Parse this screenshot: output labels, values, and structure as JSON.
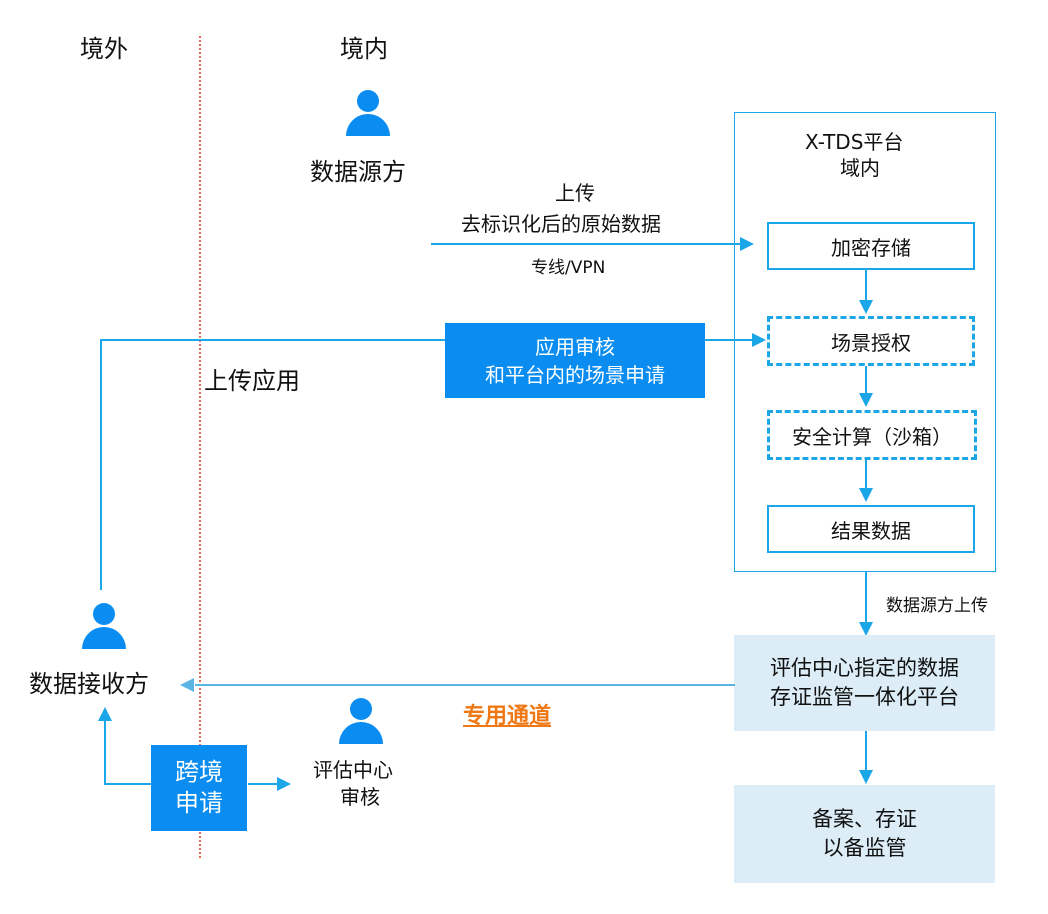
{
  "regions": {
    "outside": "境外",
    "inside": "境内"
  },
  "actors": {
    "data_source": "数据源方",
    "data_receiver": "数据接收方",
    "assessment_center": [
      "评估中心",
      "审核"
    ]
  },
  "upload_edge": {
    "top": [
      "上传",
      "去标识化后的原始数据"
    ],
    "bottom": "专线/VPN"
  },
  "platform": {
    "title": [
      "X-TDS平台",
      "域内"
    ],
    "steps": [
      {
        "label": "加密存储",
        "style": "solid"
      },
      {
        "label": "场景授权",
        "style": "dashed"
      },
      {
        "label": "安全计算（沙箱）",
        "style": "dashed"
      },
      {
        "label": "结果数据",
        "style": "solid"
      }
    ]
  },
  "app_review": [
    "应用审核",
    "和平台内的场景申请"
  ],
  "upload_app_label": "上传应用",
  "source_upload_label": "数据源方上传",
  "evidence_platform": [
    "评估中心指定的数据",
    "存证监管一体化平台"
  ],
  "filing": [
    "备案、存证",
    "以备监管"
  ],
  "dedicated_channel": "专用通道",
  "cross_border_application": [
    "跨境",
    "申请"
  ],
  "colors": {
    "primary_blue": "#0a8cf0",
    "line_blue": "#1ba6e8",
    "light_fill": "#dcedf8",
    "border_divider": "#e8695a",
    "channel_orange": "#f07814"
  }
}
